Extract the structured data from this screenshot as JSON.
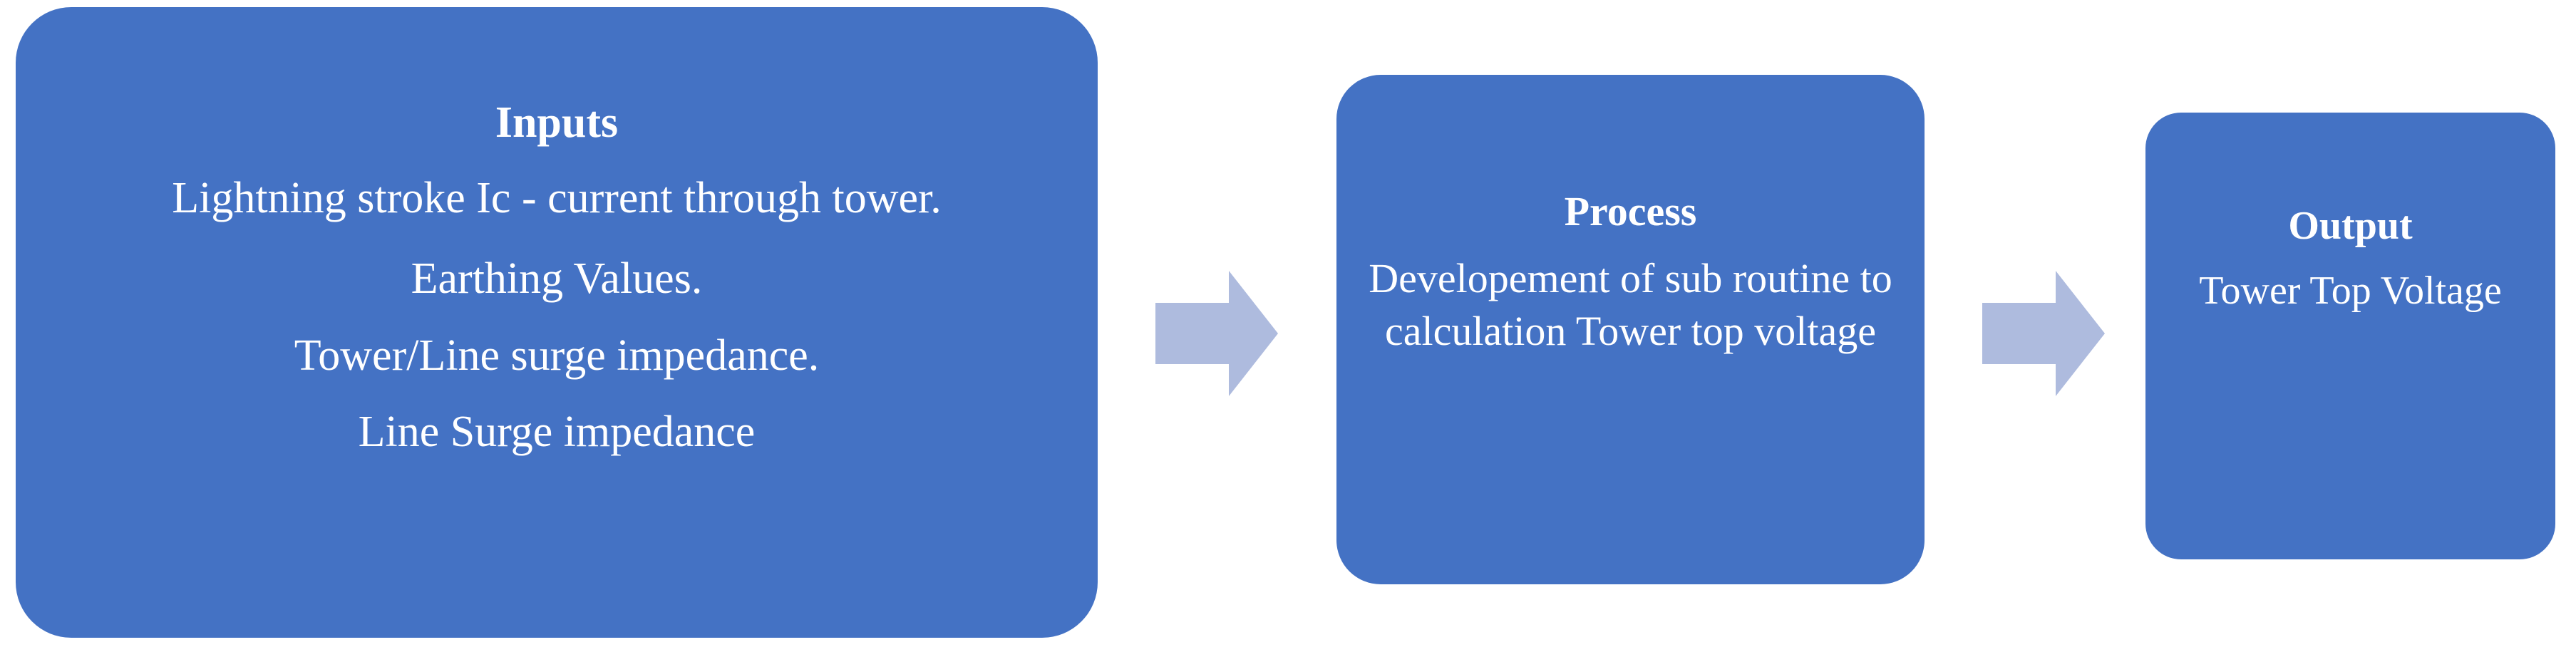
{
  "diagram": {
    "type": "process-flow",
    "orientation": "left-to-right",
    "background_color": "#FFFFFF",
    "node_fill_color": "#4472C4",
    "node_text_color": "#FFFFFF",
    "arrow_color": "#AEBBDE",
    "nodes": [
      {
        "id": "inputs",
        "title": "Inputs",
        "lines": [
          "Lightning stroke Ic  - current through tower.",
          "Earthing Values.",
          "Tower/Line surge impedance.",
          "Line Surge impedance"
        ]
      },
      {
        "id": "process",
        "title": "Process",
        "lines": [
          "Developement of sub routine to calculation Tower top voltage"
        ]
      },
      {
        "id": "output",
        "title": "Output",
        "lines": [
          "Tower Top Voltage"
        ]
      }
    ],
    "connectors": [
      {
        "id": "arrow-1",
        "from": "inputs",
        "to": "process",
        "icon": "right-block-arrow-icon"
      },
      {
        "id": "arrow-2",
        "from": "process",
        "to": "output",
        "icon": "right-block-arrow-icon"
      }
    ]
  }
}
